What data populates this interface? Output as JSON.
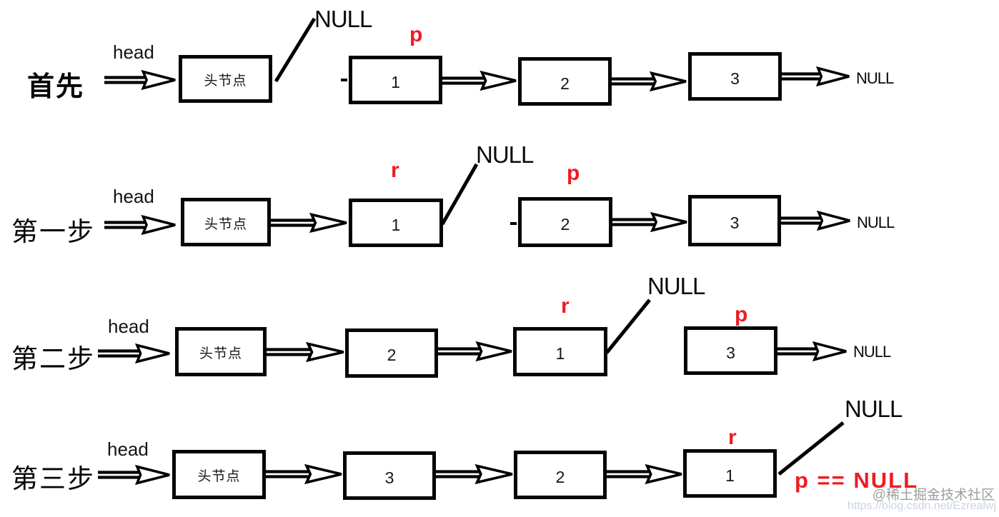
{
  "palette": {
    "red": "#ed1c24",
    "ink": "#000000",
    "watermark_gray": "#8c8c8c",
    "watermark_url": "#a8b8d8"
  },
  "rows": [
    {
      "step": "首先",
      "head": "head",
      "boxes": [
        "头节点",
        "1",
        "2",
        "3"
      ],
      "branch_null": "NULL",
      "tail_null": "NULL",
      "p": "p"
    },
    {
      "step": "第一步",
      "head": "head",
      "boxes": [
        "头节点",
        "1",
        "2",
        "3"
      ],
      "branch_null": "NULL",
      "tail_null": "NULL",
      "r": "r",
      "p": "p"
    },
    {
      "step": "第二步",
      "head": "head",
      "boxes": [
        "头节点",
        "2",
        "1",
        "3"
      ],
      "branch_null": "NULL",
      "tail_null": "NULL",
      "r": "r",
      "p": "p"
    },
    {
      "step": "第三步",
      "head": "head",
      "boxes": [
        "头节点",
        "3",
        "2",
        "1"
      ],
      "branch_null": "NULL",
      "r": "r",
      "final_condition": "p == NULL"
    }
  ],
  "watermark": {
    "community": "@稀土掘金技术社区",
    "url": "https://blog.csdn.net/Ezrealwj"
  }
}
